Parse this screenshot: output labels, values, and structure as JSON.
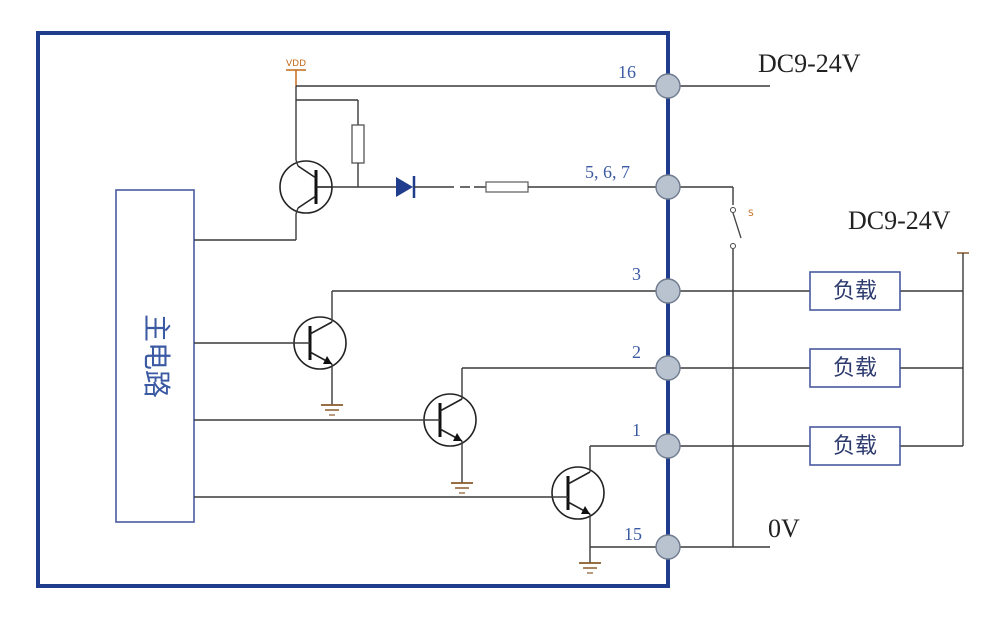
{
  "supply_top_label": "DC9-24V",
  "supply_right_label": "DC9-24V",
  "ground_label": "0V",
  "vdd_label": "VDD",
  "switch_label": "S",
  "main_circuit_label": "主电路",
  "terminals": {
    "t16": "16",
    "t567": "5, 6, 7",
    "t3": "3",
    "t2": "2",
    "t1": "1",
    "t15": "15"
  },
  "loads": [
    "负载",
    "负载",
    "负载"
  ],
  "colors": {
    "frame": "#1f3d8c",
    "terminal_fill": "#b9c2cf",
    "label_blue": "#3b5aa3"
  }
}
